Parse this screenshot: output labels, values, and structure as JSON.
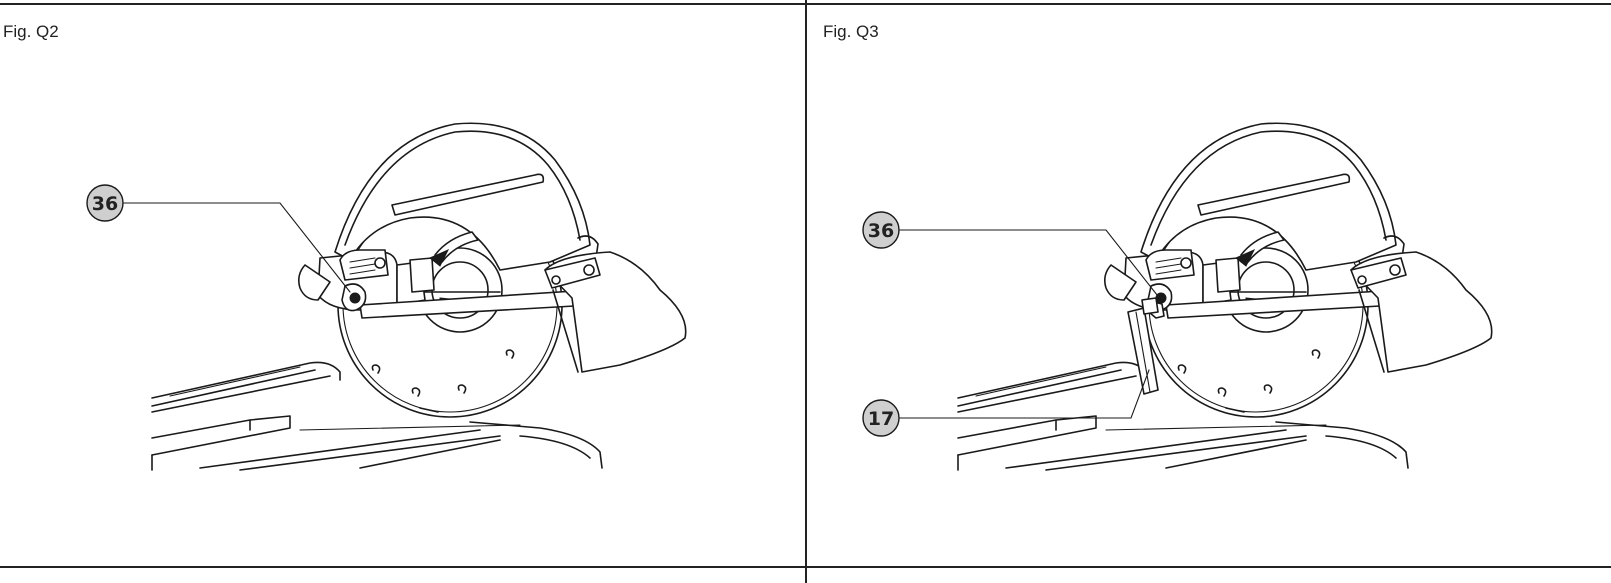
{
  "panels": [
    {
      "fig_label": "Fig. Q2",
      "callouts": [
        {
          "number": "36"
        }
      ]
    },
    {
      "fig_label": "Fig. Q3",
      "callouts": [
        {
          "number": "36"
        },
        {
          "number": "17"
        }
      ]
    }
  ],
  "colors": {
    "line": "#1a1a1a",
    "callout_bg": "#cfcfcf",
    "background": "#ffffff"
  }
}
